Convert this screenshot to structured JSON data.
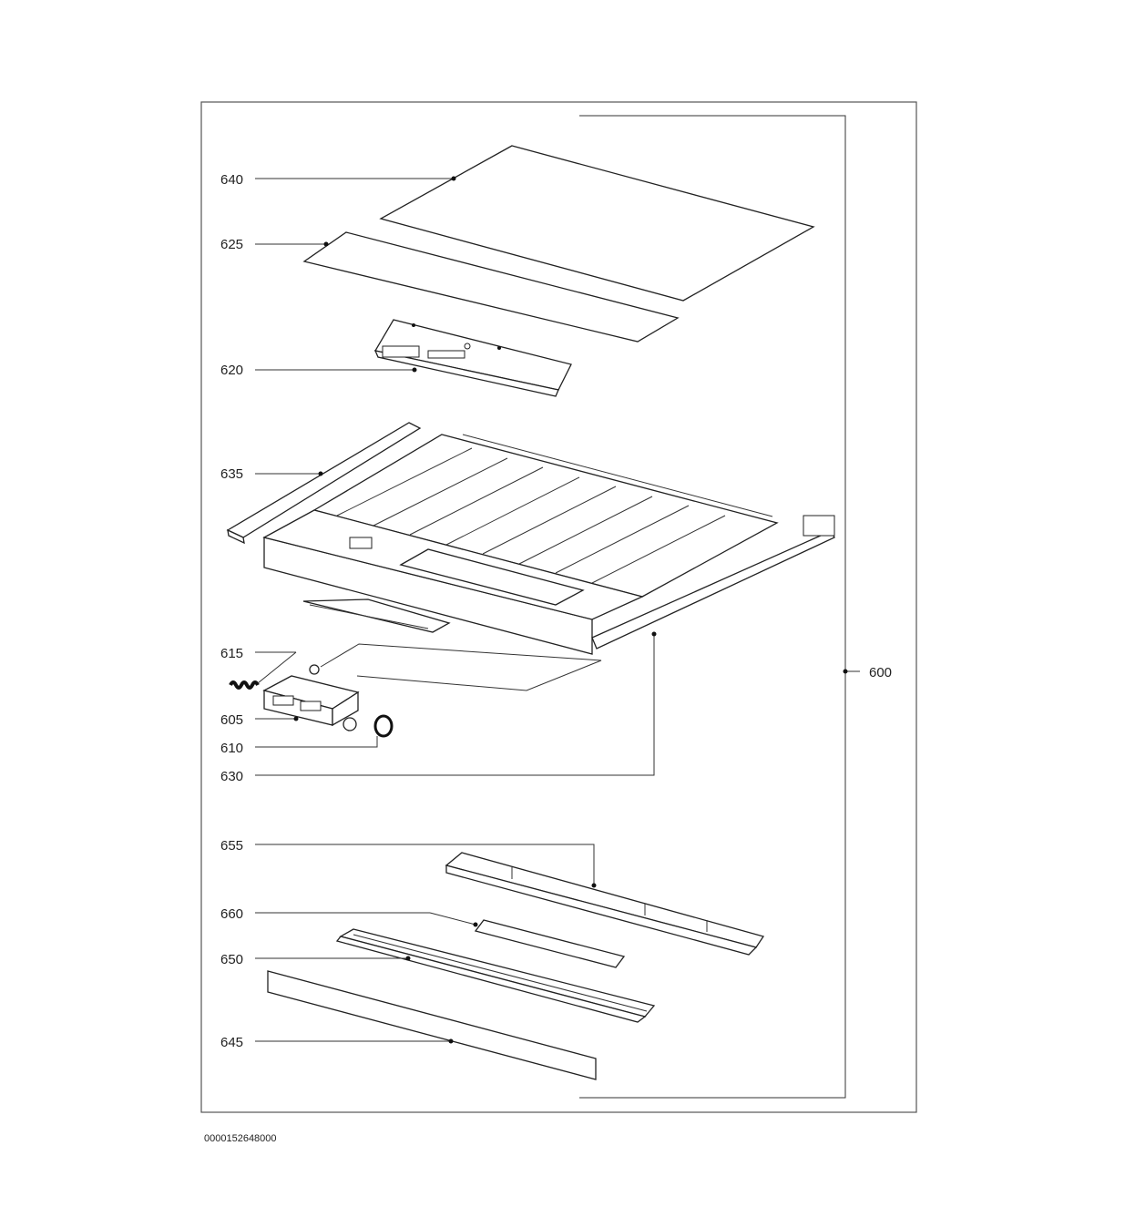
{
  "labels": {
    "p640": "640",
    "p625": "625",
    "p620": "620",
    "p635": "635",
    "p615": "615",
    "p605": "605",
    "p610": "610",
    "p630": "630",
    "p600": "600",
    "p655": "655",
    "p660": "660",
    "p650": "650",
    "p645": "645"
  },
  "drawing_code": "0000152648000"
}
